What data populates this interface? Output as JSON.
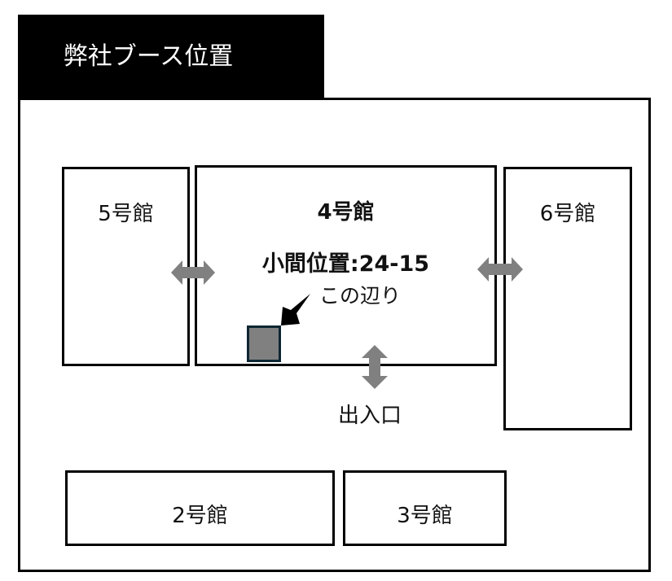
{
  "title": "弊社ブース位置",
  "halls": {
    "hall5": "5号館",
    "hall4": "4号館",
    "hall6": "6号館",
    "hall2": "2号館",
    "hall3": "3号館"
  },
  "booth_label": "小間位置:24-15",
  "callout_label": "この辺り",
  "entrance_label": "出入口",
  "colors": {
    "arrow": "#808080",
    "booth_fill": "#808080",
    "booth_border": "#0d2633"
  }
}
